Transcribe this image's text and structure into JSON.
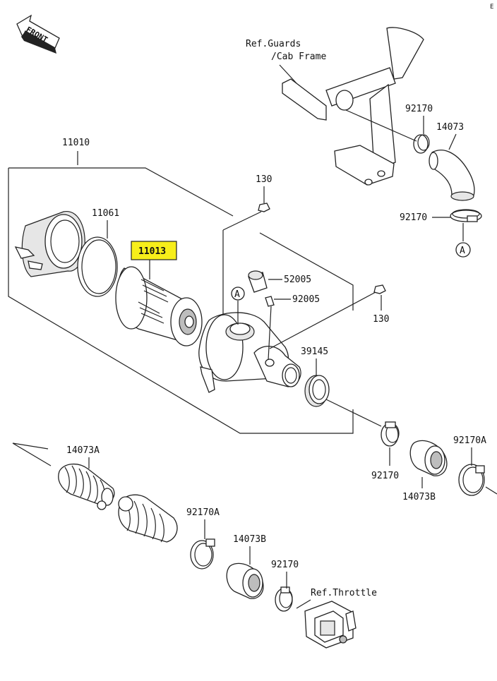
{
  "corner_mark": "E",
  "front_label": "FRONT",
  "labels": {
    "p11010": "11010",
    "p11061": "11061",
    "p11013": "11013",
    "p130_top": "130",
    "p52005": "52005",
    "p92005": "92005",
    "p130_right": "130",
    "p39145": "39145",
    "p92170_top": "92170",
    "p14073": "14073",
    "p92170_mid": "92170",
    "refA_top": "A",
    "refA_housing": "A",
    "p14073A": "14073A",
    "p92170_right": "92170",
    "p14073B_right": "14073B",
    "p92170A_right": "92170A",
    "p92170A_lower": "92170A",
    "p14073B_lower": "14073B",
    "p92170_lower": "92170",
    "ref_guards_1": "Ref.Guards",
    "ref_guards_2": "/Cab Frame",
    "ref_throttle": "Ref.Throttle"
  },
  "highlighted_part": "11013",
  "colors": {
    "highlight": "#f7ee1a",
    "line": "#222222"
  }
}
